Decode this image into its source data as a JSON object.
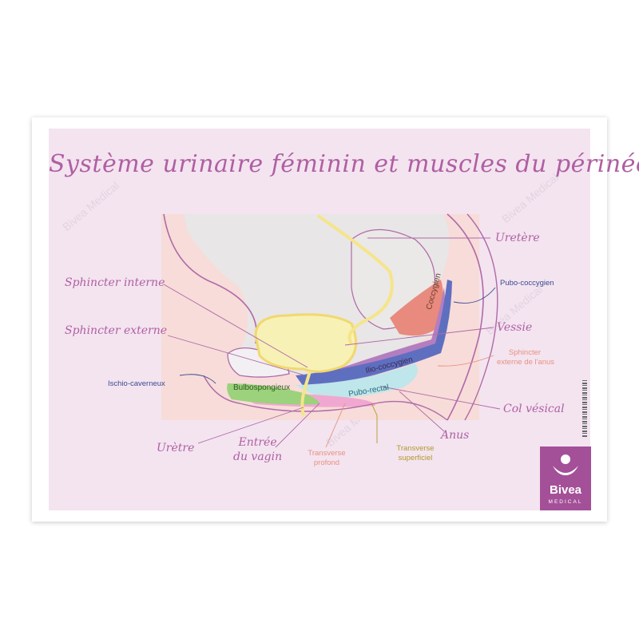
{
  "title": "Système urinaire féminin et muscles du périnée",
  "labels": {
    "uretere": "Uretère",
    "pubo_coccygien": "Pubo-coccygien",
    "vessie": "Vessie",
    "sphincter_anus_line1": "Sphincter",
    "sphincter_anus_line2": "externe de l'anus",
    "col_vesical": "Col vésical",
    "anus": "Anus",
    "transverse_superficiel_line1": "Transverse",
    "transverse_superficiel_line2": "superficiel",
    "transverse_profond_line1": "Transverse",
    "transverse_profond_line2": "profond",
    "entree_vagin_line1": "Entrée",
    "entree_vagin_line2": "du vagin",
    "uretre": "Urètre",
    "ischio_caverneux": "Ischio-caverneux",
    "sphincter_externe": "Sphincter externe",
    "sphincter_interne": "Sphincter interne",
    "muscle_coccygien": "Coccygien",
    "muscle_ilio_coccygien": "Ilio-coccygien",
    "muscle_pubo_rectal": "Pubo-rectal",
    "muscle_bulbospongieux": "Bulbospongieux"
  },
  "logo": {
    "brand": "Bivea",
    "tagline": "MEDICAL"
  },
  "watermark": "Bivea Medical",
  "colors": {
    "panel": "#f3e4f0",
    "accent": "#a35098",
    "label_hand": "#b05fa2",
    "label_navy": "#3b4b8f",
    "label_salmon": "#e9917e",
    "label_ochre": "#b49a2c",
    "bladder": "#f7f1b5",
    "ureter": "#f5e58a",
    "coccygien": "#e88a7d",
    "ilio_coccygien": "#b37ec0",
    "pubo_coccygien": "#5f6fc0",
    "pubo_rectal": "#bfe6ea",
    "bulbospongieux": "#9bd27b",
    "transverse": "#f0a8d0"
  }
}
